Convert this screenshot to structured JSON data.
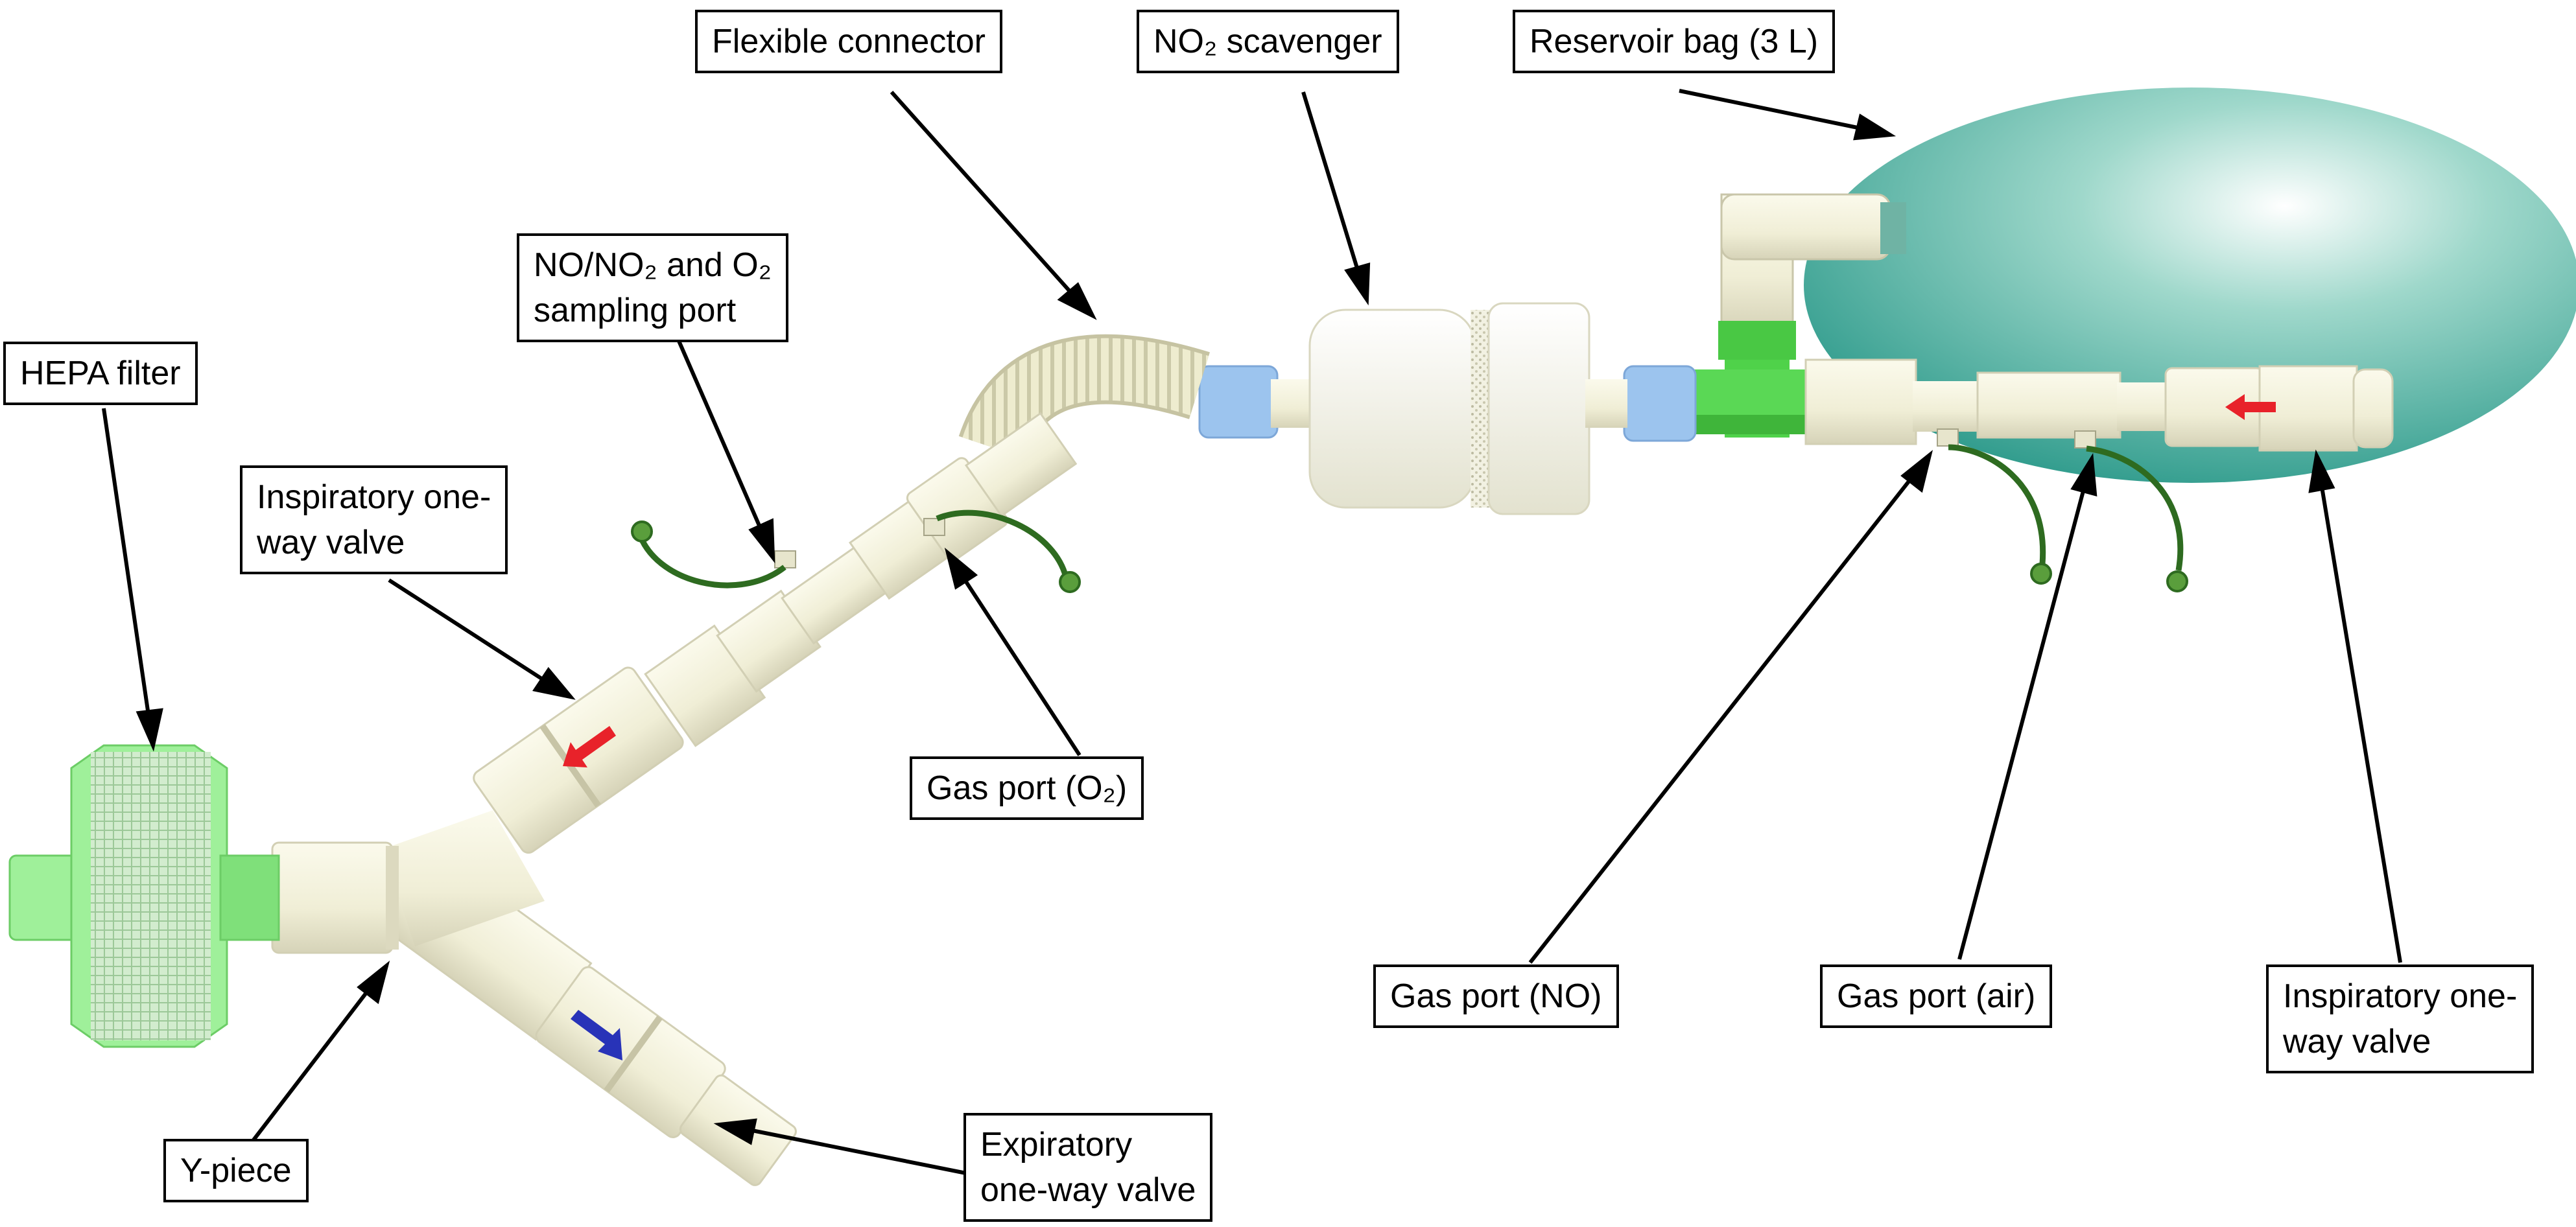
{
  "colors": {
    "background": "#ffffff",
    "tube": "#f3f2dc",
    "tube_shade": "#cfcdb2",
    "hepa_green": "#9ff09a",
    "hepa_mesh": "#c7e8c2",
    "connector_green": "#4fd24a",
    "blue_connector": "#9cc4ee",
    "bag_teal": "#2f9b8c",
    "bag_highlight": "#ffffff",
    "arrow_red": "#e8222a",
    "arrow_blue": "#2833b8",
    "gas_line_green": "#2e6b20",
    "leader_line": "#000000"
  },
  "icons": {
    "red_arrow": "red-flow-arrow-icon",
    "blue_arrow": "blue-flow-arrow-icon"
  },
  "labels": {
    "flexible_connector": "Flexible connector",
    "no2_scavenger": "NO₂ scavenger",
    "reservoir_bag": "Reservoir bag (3 L)",
    "sampling_port_line1": "NO/NO₂ and O₂",
    "sampling_port_line2": "sampling port",
    "hepa_filter": "HEPA filter",
    "inspiratory_valve_left_line1": "Inspiratory one-",
    "inspiratory_valve_left_line2": "way valve",
    "gas_port_o2": "Gas port (O₂)",
    "gas_port_no": "Gas port (NO)",
    "gas_port_air": "Gas port (air)",
    "inspiratory_valve_right_line1": "Inspiratory one-",
    "inspiratory_valve_right_line2": "way valve",
    "y_piece": "Y-piece",
    "expiratory_valve_line1": "Expiratory",
    "expiratory_valve_line2": "one-way valve"
  }
}
